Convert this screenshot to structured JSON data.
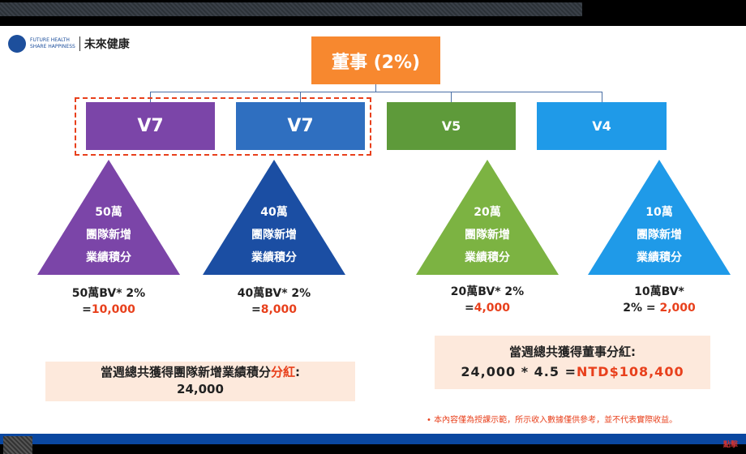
{
  "logo": {
    "en_line1": "FUTURE HEALTH",
    "en_line2": "SHARE HAPPINESS",
    "zh": "未來健康"
  },
  "top": {
    "label": "董事 (2%)"
  },
  "levels": [
    {
      "label": "V7",
      "color": "#7b45a8",
      "tri_lines": [
        "50萬",
        "團隊新增",
        "業績積分"
      ],
      "formula_line1": "50萬BV* 2%",
      "formula_prefix": "=",
      "formula_value": "10,000"
    },
    {
      "label": "V7",
      "color": "#2f6fc0",
      "tri_color": "#1b4ea3",
      "tri_lines": [
        "40萬",
        "團隊新增",
        "業績積分"
      ],
      "formula_line1": "40萬BV* 2%",
      "formula_prefix": "=",
      "formula_value": "8,000"
    },
    {
      "label": "V5",
      "color": "#5e9a3a",
      "tri_color": "#7cb342",
      "tri_lines": [
        "20萬",
        "團隊新增",
        "業績積分"
      ],
      "formula_line1": "20萬BV* 2%",
      "formula_prefix": "=",
      "formula_value": "4,000"
    },
    {
      "label": "V4",
      "color": "#1f9ae8",
      "tri_lines": [
        "10萬",
        "團隊新增",
        "業績積分"
      ],
      "formula_line1": "10萬BV*",
      "formula_prefix": "2% =",
      "formula_value": "2,000"
    }
  ],
  "summary_left": {
    "text": "當週總共獲得團隊新增業績積分",
    "highlight": "分紅",
    "colon": ":",
    "value": "24,000"
  },
  "summary_right": {
    "title": "當週總共獲得董事分紅:",
    "calc": "24,000 * 4.5 =",
    "result": "NTD$108,400"
  },
  "disclaimer": "• 本內容僅為授課示範，所示收入數據僅供參考，並不代表實際收益。",
  "corner_text": "點擊",
  "colors": {
    "orange": "#f7882f",
    "highlight_red": "#e8401c",
    "summary_bg": "#fde9dc",
    "footer_blue": "#0a47a0"
  }
}
